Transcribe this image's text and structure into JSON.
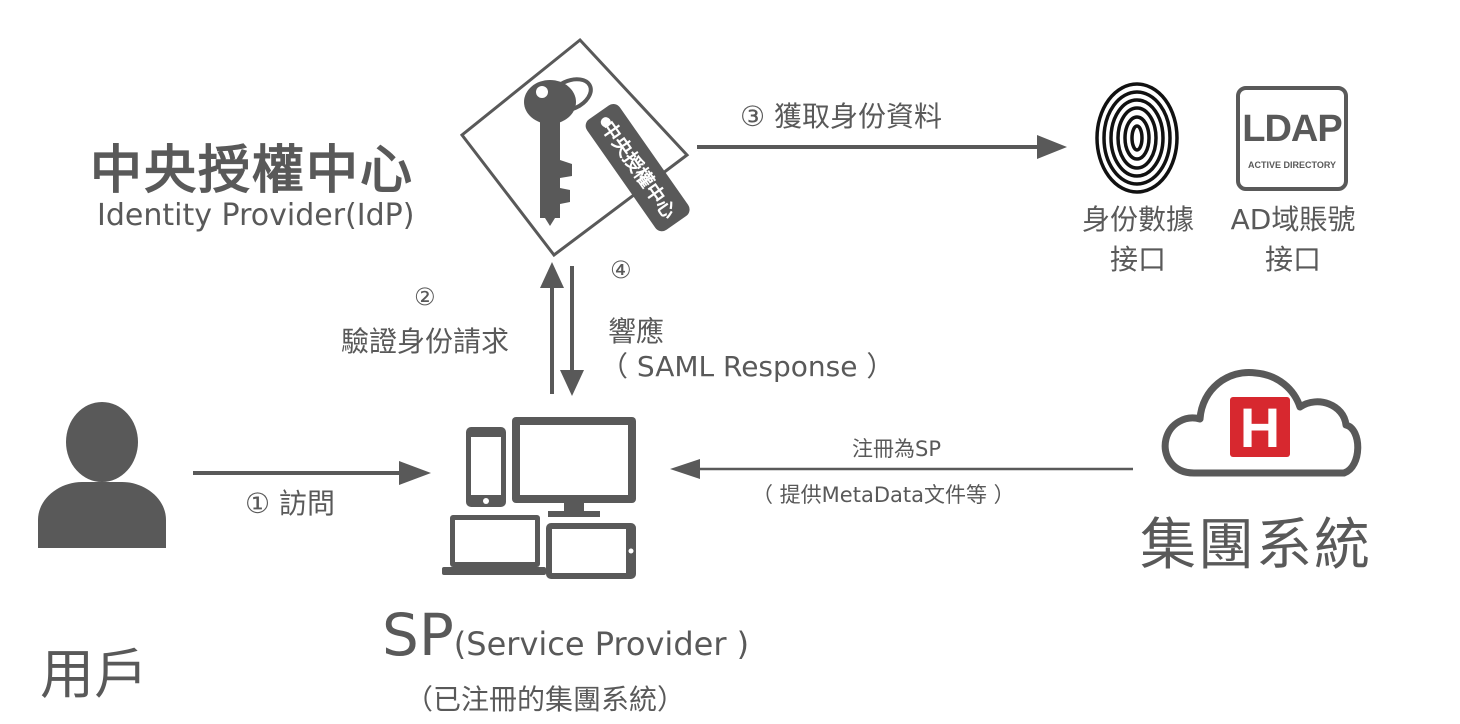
{
  "idp": {
    "title": "中央授權中心",
    "subtitle": "Identity Provider(IdP)",
    "tag_text": "中央授權中心"
  },
  "steps": {
    "s1": {
      "num": "①",
      "label": "訪問"
    },
    "s2": {
      "num": "②",
      "label": "驗證身份請求"
    },
    "s3": {
      "num": "③",
      "label": "獲取身份資料"
    },
    "s4": {
      "num": "④",
      "label": "響應",
      "detail": "（ SAML Response ）"
    }
  },
  "fingerprint": {
    "line1": "身份數據",
    "line2": "接口"
  },
  "ldap": {
    "logo_main": "LDAP",
    "logo_sub": "ACTIVE DIRECTORY",
    "line1": "AD域賬號",
    "line2": "接口"
  },
  "user": {
    "label": "用戶"
  },
  "sp": {
    "label_big": "SP",
    "label_rest": "(Service Provider )",
    "note": "（已注冊的集團系統）"
  },
  "register": {
    "line1": "注冊為SP",
    "line2": "（ 提供MetaData文件等 ）"
  },
  "group": {
    "label": "集團系統",
    "logo_letter": "H"
  },
  "colors": {
    "gray": "#595959",
    "logo_red": "#d7282f"
  }
}
